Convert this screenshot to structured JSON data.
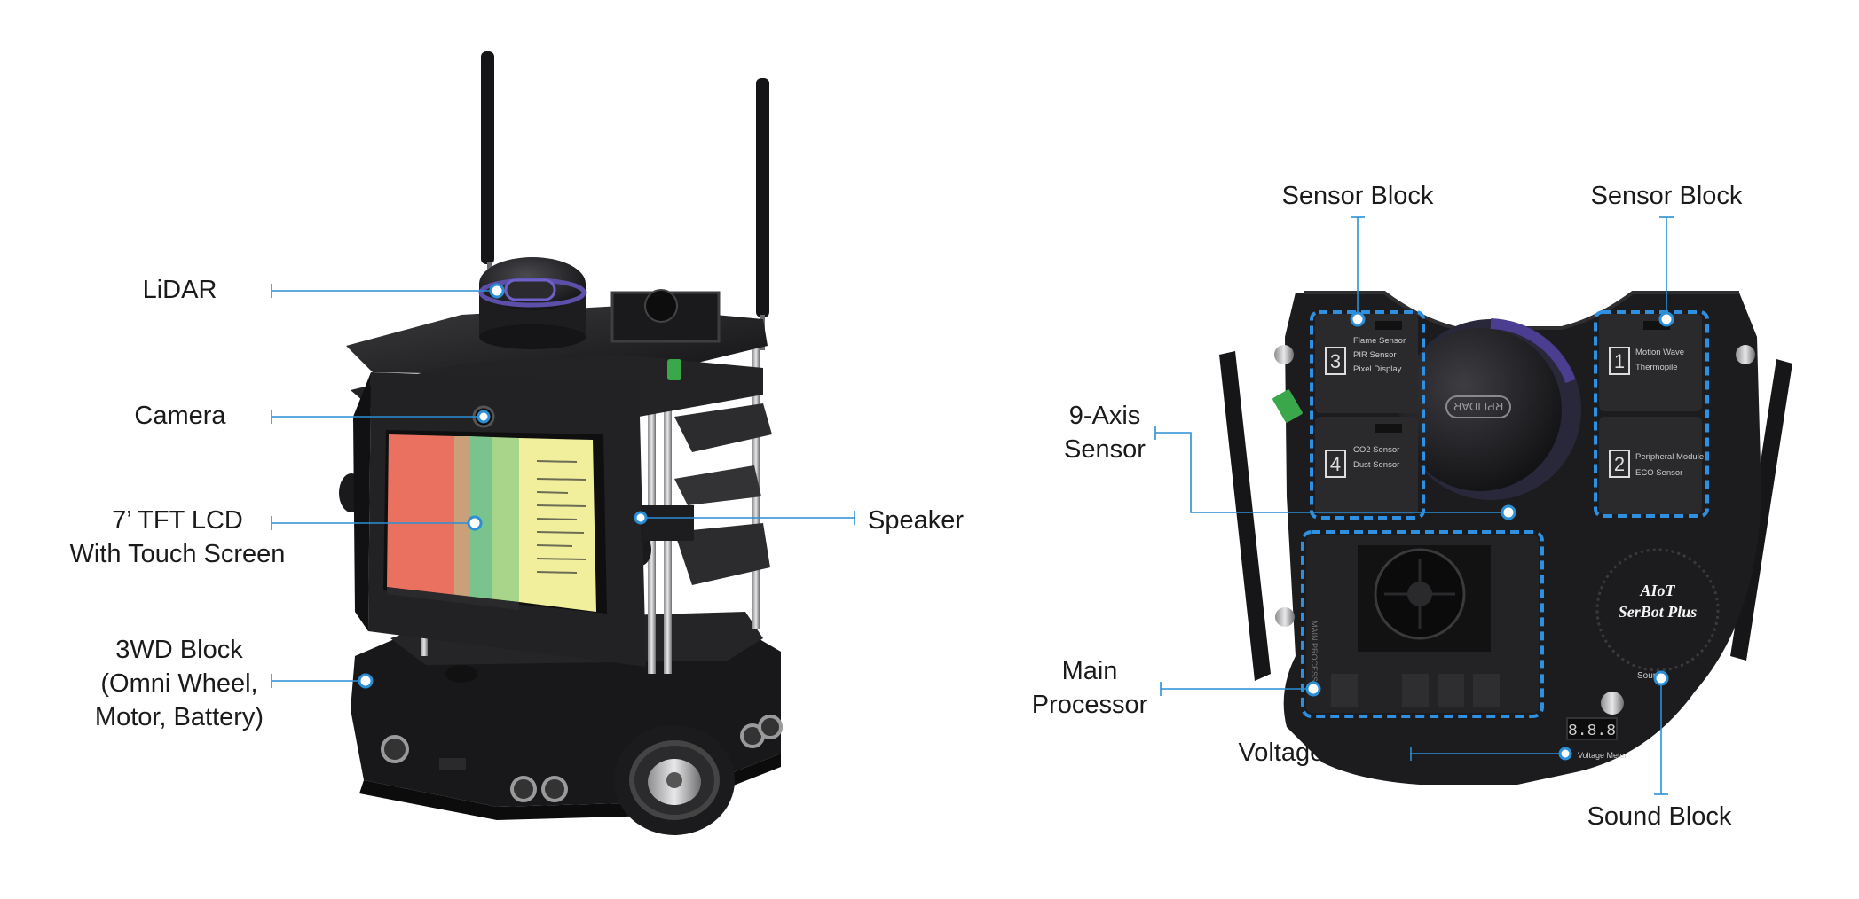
{
  "left_labels": {
    "lidar": "LiDAR",
    "camera": "Camera",
    "lcd_line1": "7’ TFT LCD",
    "lcd_line2": "With Touch Screen",
    "wd_line1": "3WD Block",
    "wd_line2": "(Omni Wheel,",
    "wd_line3": "Motor, Battery)",
    "speaker": "Speaker"
  },
  "right_labels": {
    "sensor_block_left": "Sensor Block",
    "sensor_block_right": "Sensor Block",
    "axis_line1": "9-Axis",
    "axis_line2": "Sensor",
    "main_line1": "Main",
    "main_line2": "Processor",
    "voltage_meter": "Voltage Meter",
    "sound_block": "Sound Block"
  },
  "board_print": {
    "slot3_num": "3",
    "slot3_items": [
      "Flame Sensor",
      "PIR Sensor",
      "Pixel Display"
    ],
    "slot4_num": "4",
    "slot4_items": [
      "CO2 Sensor",
      "Dust Sensor"
    ],
    "slot1_num": "1",
    "slot1_items": [
      "Motion Wave",
      "Thermopile"
    ],
    "slot2_num": "2",
    "slot2_items": [
      "Peripheral Module",
      "ECO Sensor"
    ],
    "lidar_brand": "RPLIDAR",
    "logo_line1": "AIoT",
    "logo_line2": "SerBot Plus",
    "sound_small": "Sound",
    "voltage_small": "Voltage Meter",
    "main_proc_small": "MAIN PROCESSOR",
    "seven_seg": "8.8.8"
  },
  "colors": {
    "callout": "#2a8fd6",
    "dashed": "#2f8fe0",
    "robot_dark": "#1c1c1e",
    "lcd_red": "#ea7160",
    "lcd_green": "#79c48c",
    "lcd_lightgreen": "#a8d58a",
    "lcd_yellow": "#f1ef9c"
  }
}
